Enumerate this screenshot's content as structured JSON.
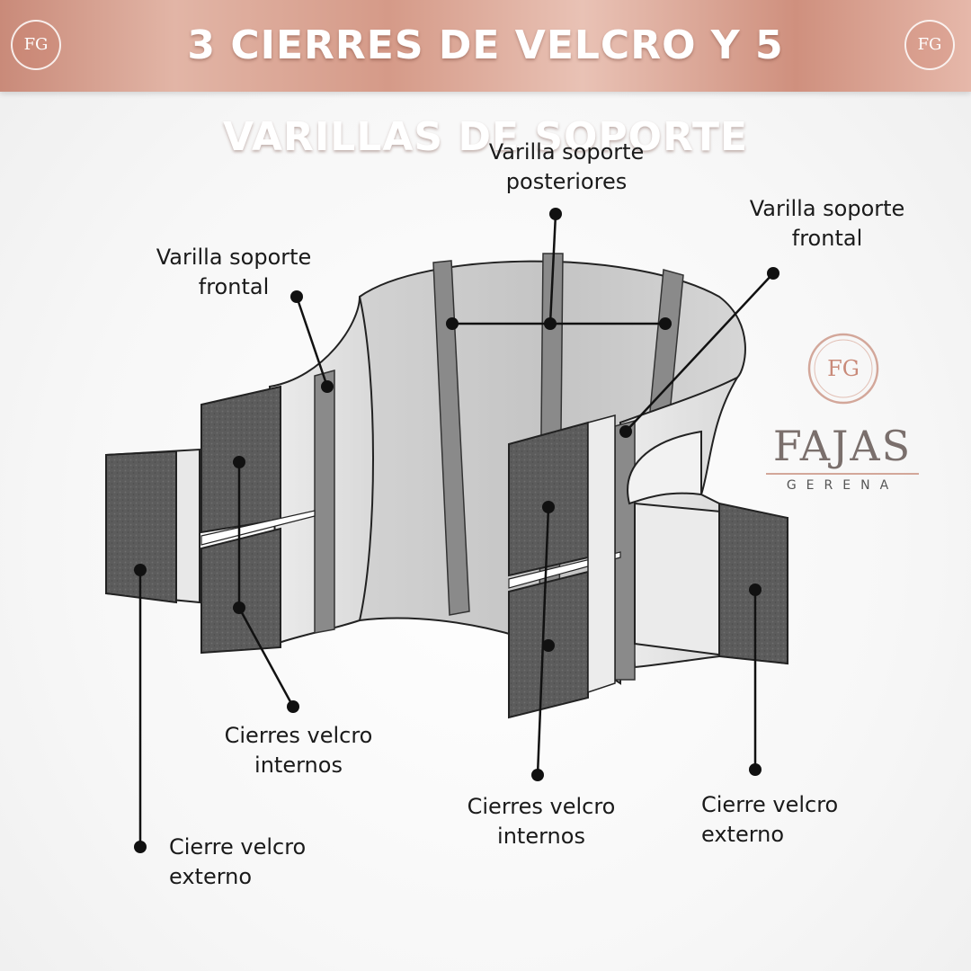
{
  "banner": {
    "title": "3 CIERRES DE VELCRO Y 5 VARILLAS DE SOPORTE",
    "badge_text": "FG"
  },
  "labels": {
    "rear_supports": "Varilla soporte\nposteriores",
    "front_support_right": "Varilla soporte\nfrontal",
    "front_support_left": "Varilla soporte\nfrontal",
    "internal_closures_left": "Cierres velcro\ninternos",
    "internal_closures_right": "Cierres velcro\ninternos",
    "external_closure_left": "Cierre velcro\nexterno",
    "external_closure_right": "Cierre velcro\nexterno"
  },
  "logo": {
    "monogram": "FG",
    "wordmark": "FAJAS",
    "subtitle": "GERENA"
  },
  "colors": {
    "banner_rose_gold": "#d59a88",
    "velcro_gray": "#5e5e5e",
    "rod_gray": "#8a8a8a",
    "band_light": "#e4e4e4",
    "logo_rose": "#d3a79a",
    "logo_text": "#7a6f6c"
  }
}
